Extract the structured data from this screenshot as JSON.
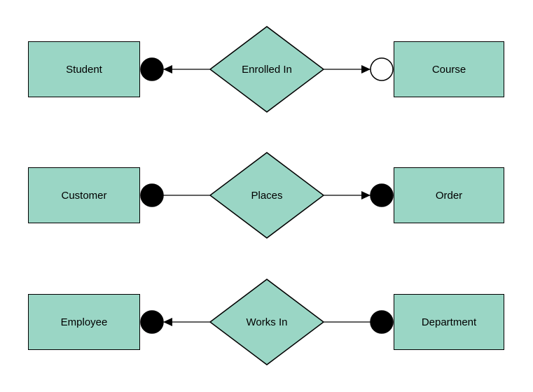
{
  "diagram": {
    "type": "entity-relationship",
    "colors": {
      "background": "#ffffff",
      "shape_fill": "#9ad6c5",
      "stroke": "#000000",
      "text": "#000000",
      "open_marker_fill": "#ffffff"
    },
    "rows": [
      {
        "left_entity": "Student",
        "relationship": "Enrolled In",
        "right_entity": "Course",
        "left_connector": {
          "marker": "filled-circle",
          "arrowhead": true
        },
        "right_connector": {
          "marker": "open-circle",
          "arrowhead": true
        }
      },
      {
        "left_entity": "Customer",
        "relationship": "Places",
        "right_entity": "Order",
        "left_connector": {
          "marker": "filled-circle",
          "arrowhead": false
        },
        "right_connector": {
          "marker": "filled-circle",
          "arrowhead": true
        }
      },
      {
        "left_entity": "Employee",
        "relationship": "Works In",
        "right_entity": "Department",
        "left_connector": {
          "marker": "filled-circle",
          "arrowhead": true
        },
        "right_connector": {
          "marker": "filled-circle",
          "arrowhead": false
        }
      }
    ]
  }
}
